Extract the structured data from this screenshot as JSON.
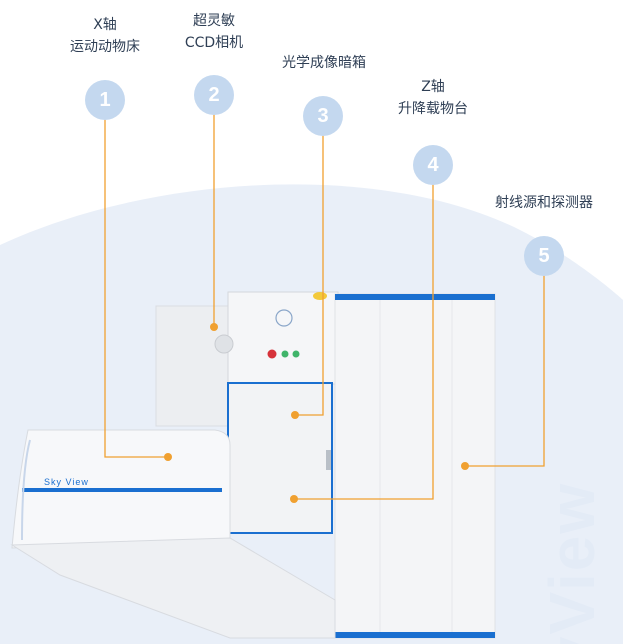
{
  "callouts": [
    {
      "number": "1",
      "line1": "X轴",
      "line2": "运动动物床"
    },
    {
      "number": "2",
      "line1": "超灵敏",
      "line2": "CCD相机"
    },
    {
      "number": "3",
      "line1": "光学成像暗箱",
      "line2": ""
    },
    {
      "number": "4",
      "line1": "Z轴",
      "line2": "升降载物台"
    },
    {
      "number": "5",
      "line1": "射线源和探测器",
      "line2": ""
    }
  ],
  "brand": {
    "device_label": "Sky View",
    "watermark": "yView"
  },
  "colors": {
    "accent_blue": "#1a6fd0",
    "badge": "#c4d8ef",
    "leader_orange": "#f0a030",
    "text": "#2f3f55"
  }
}
